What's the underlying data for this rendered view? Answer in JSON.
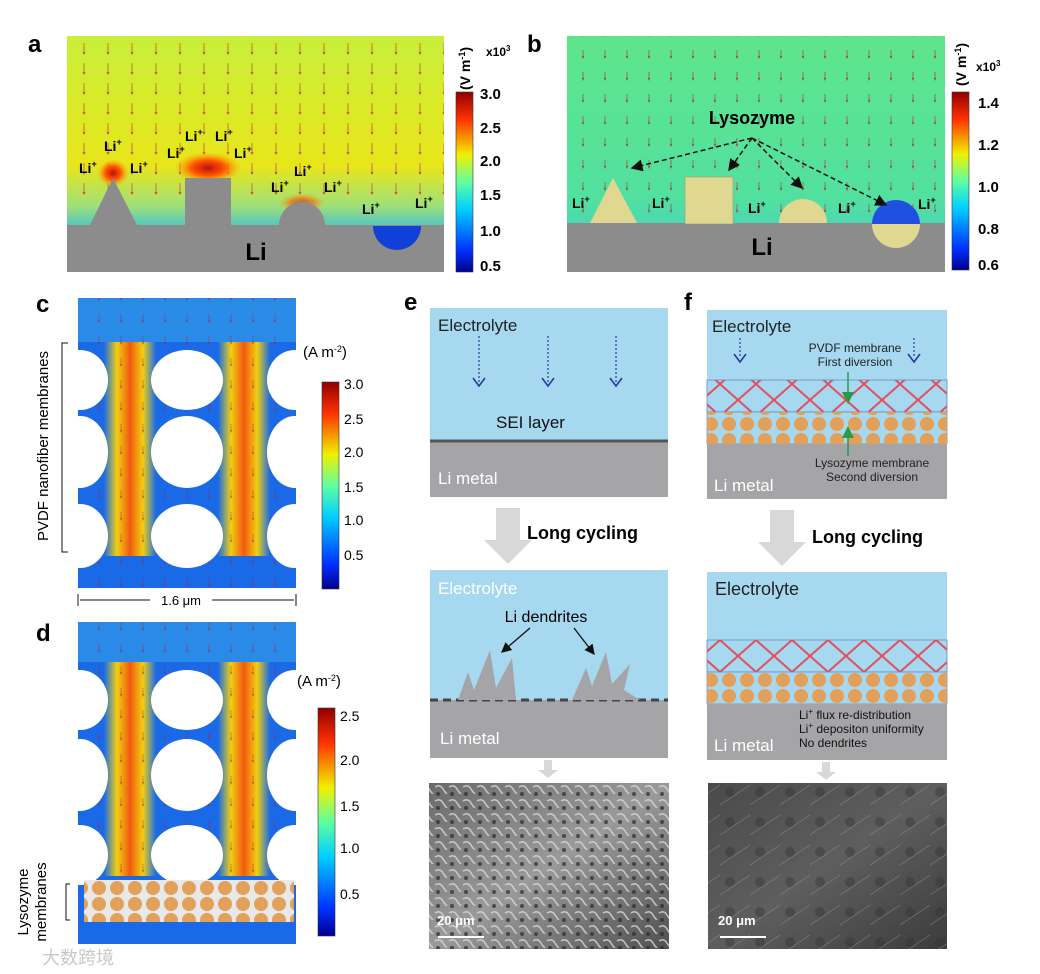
{
  "panels": {
    "a": {
      "label": "a",
      "scale_exponent": "x10",
      "scale_exponent_sup": "3",
      "unit": "(V m",
      "unit_sup": "-1",
      "unit_close": ")",
      "colorbar_ticks": [
        "3.0",
        "2.5",
        "2.0",
        "1.5",
        "1.0",
        "0.5"
      ],
      "ions": [
        "Li",
        "Li",
        "Li",
        "Li",
        "Li",
        "Li",
        "Li",
        "Li",
        "Li",
        "Li",
        "Li"
      ],
      "ion_sup": "+",
      "substrate": "Li"
    },
    "b": {
      "label": "b",
      "scale_exponent": "x10",
      "scale_exponent_sup": "3",
      "unit": "(V m",
      "unit_sup": "-1",
      "unit_close": ")",
      "colorbar_ticks": [
        "1.4",
        "1.2",
        "1.0",
        "0.8",
        "0.6"
      ],
      "annotation": "Lysozyme",
      "ions": [
        "Li",
        "Li",
        "Li",
        "Li",
        "Li"
      ],
      "ion_sup": "+",
      "substrate": "Li"
    },
    "c": {
      "label": "c",
      "side_label": "PVDF nanofiber membranes",
      "unit": "(A m",
      "unit_sup": "-2",
      "unit_close": ")",
      "colorbar_ticks": [
        "3.0",
        "2.5",
        "2.0",
        "1.5",
        "1.0",
        "0.5"
      ],
      "width_label": "1.6 μm"
    },
    "d": {
      "label": "d",
      "side_label_line1": "Lysozyme",
      "side_label_line2": "membranes",
      "unit": "(A m",
      "unit_sup": "-2",
      "unit_close": ")",
      "colorbar_ticks": [
        "2.5",
        "2.0",
        "1.5",
        "1.0",
        "0.5"
      ]
    },
    "e": {
      "label": "e",
      "top_electrolyte": "Electrolyte",
      "sei": "SEI layer",
      "top_metal": "Li metal",
      "cycling": "Long cycling",
      "bottom_electrolyte": "Electrolyte",
      "dendrites": "Li dendrites",
      "bottom_metal": "Li metal",
      "scale_bar": "20 μm"
    },
    "f": {
      "label": "f",
      "top_electrolyte": "Electrolyte",
      "pvdf_line1": "PVDF membrane",
      "pvdf_line2": "First diversion",
      "lyso_line1": "Lysozyme membrane",
      "lyso_line2": "Second diversion",
      "top_metal": "Li metal",
      "cycling": "Long cycling",
      "bottom_electrolyte": "Electrolyte",
      "bottom_metal": "Li metal",
      "note_line1_pre": "Li",
      "note_line1_sup": "+",
      "note_line1_post": " flux re-distribution",
      "note_line2_pre": "Li",
      "note_line2_sup": "+",
      "note_line2_post": " depositon uniformity",
      "note_line3": "No dendrites",
      "scale_bar": "20 μm"
    }
  },
  "watermark": "大数跨境",
  "colors": {
    "electrolyte": "#a6d8f0",
    "metal": "#a5a5a8",
    "lattice": "#e0505f",
    "lysozyme_ball": "#e3a05a",
    "arrow_blue": "#2a3a9a",
    "green_arrow": "#2a9a4a",
    "field_red": "#b8102a"
  }
}
